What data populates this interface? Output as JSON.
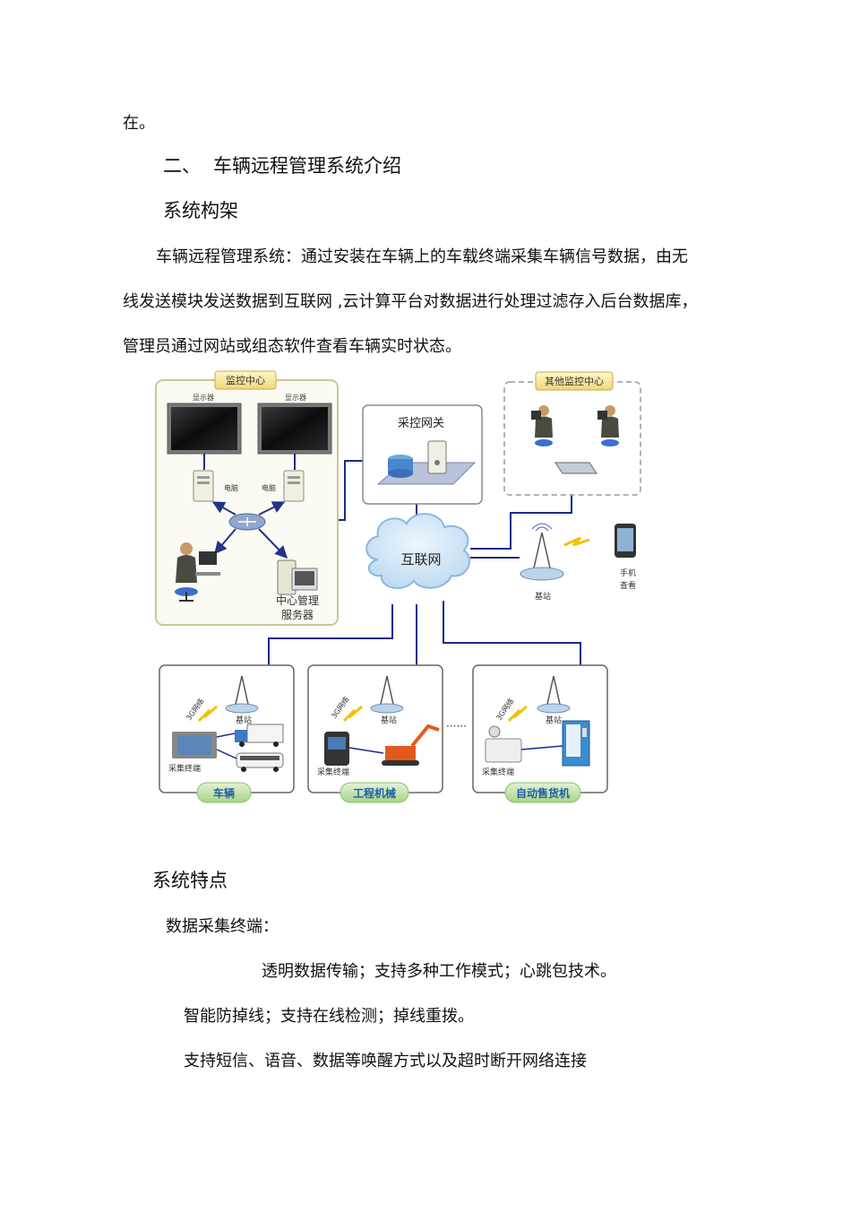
{
  "doc": {
    "fragment": "在。",
    "section_number": "二、",
    "section_title": "车辆远程管理系统介绍",
    "subheading_arch": "系统构架",
    "intro_line1": "车辆远程管理系统：通过安装在车辆上的车载终端采集车辆信号数据，由无",
    "intro_line2": "线发送模块发送数据到互联网 ,云计算平台对数据进行处理过滤存入后台数据库，",
    "intro_line3": "管理员通过网站或组态软件查看车辆实时状态。",
    "subheading_features": "系统特点",
    "terminal_label": "数据采集终端：",
    "feature1": "透明数据传输；支持多种工作模式；心跳包技术。",
    "feature2": "智能防掉线；支持在线检测；掉线重拨。",
    "feature3": "支持短信、语音、数据等唤醒方式以及超时断开网络连接"
  },
  "diagram": {
    "monitor_center": "监控中心",
    "display": "显示器",
    "computer": "电脑",
    "server_line1": "中心管理",
    "server_line2": "服务器",
    "gateway": "采控网关",
    "other_center": "其他监控中心",
    "internet": "互联网",
    "base_station": "基站",
    "phone_line1": "手机",
    "phone_line2": "查看",
    "network_3g": "3G网络",
    "collector": "采集终端",
    "vehicle": "车辆",
    "machinery": "工程机械",
    "vending": "自动售货机"
  }
}
